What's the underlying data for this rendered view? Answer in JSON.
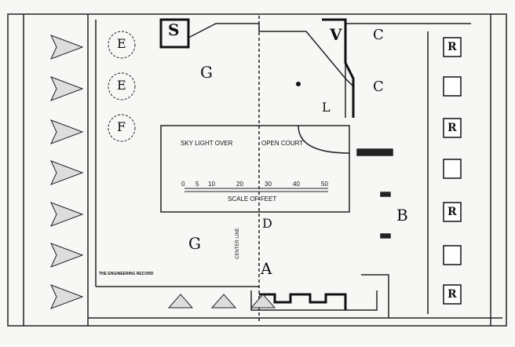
{
  "rooms": {
    "S": "S",
    "V": "V",
    "C1": "C",
    "C2": "C",
    "G1": "G",
    "G2": "G",
    "E1": "E",
    "E2": "E",
    "F": "F",
    "L": "L",
    "D": "D",
    "A": "A",
    "B": "B",
    "R": [
      "R",
      "R",
      "R",
      "R"
    ]
  },
  "notes": {
    "skylight": "SKY LIGHT OVER",
    "open_court": "OPEN COURT",
    "scale_title": "SCALE OF FEET",
    "scale_ticks": [
      "0",
      "5",
      "10",
      "20",
      "30",
      "40",
      "50"
    ],
    "center_line": "CENTER LINE",
    "credit": "THE ENGINEERING RECORD"
  }
}
